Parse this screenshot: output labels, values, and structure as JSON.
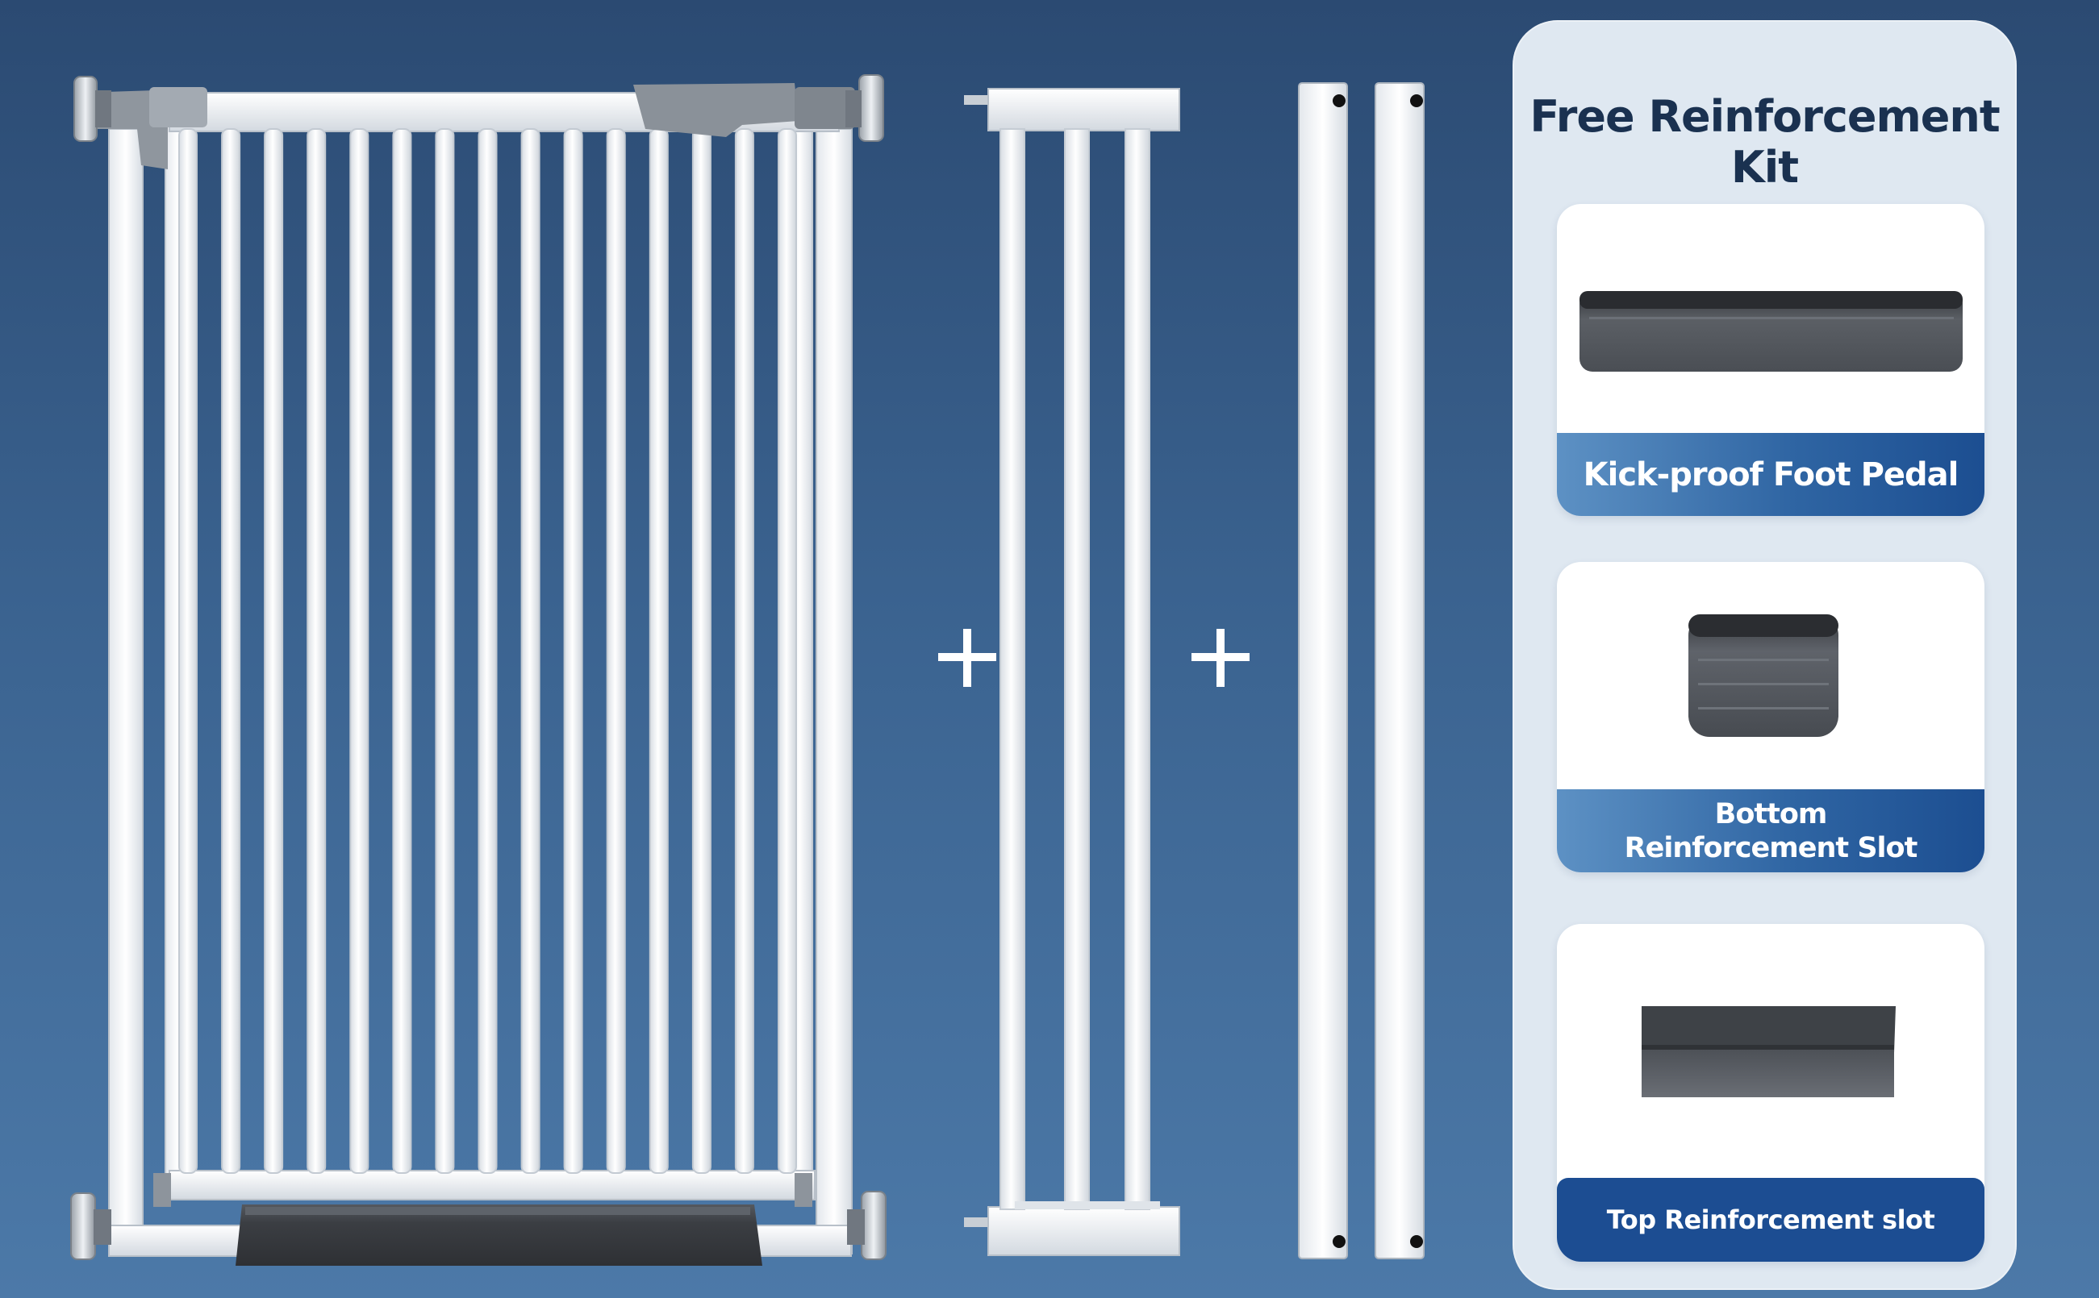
{
  "kit": {
    "title": "Free Reinforcement Kit",
    "items": [
      {
        "label": "Kick-proof Foot Pedal"
      },
      {
        "label_line1": "Bottom",
        "label_line2": "Reinforcement Slot"
      },
      {
        "label": "Top Reinforcement slot"
      }
    ]
  },
  "colors": {
    "background": "#3a628f",
    "panel": "#dfe8f1",
    "accent_blue": "#1c4d92",
    "gate_white": "#f4f6f8",
    "pedal_dark": "#3f4247"
  }
}
